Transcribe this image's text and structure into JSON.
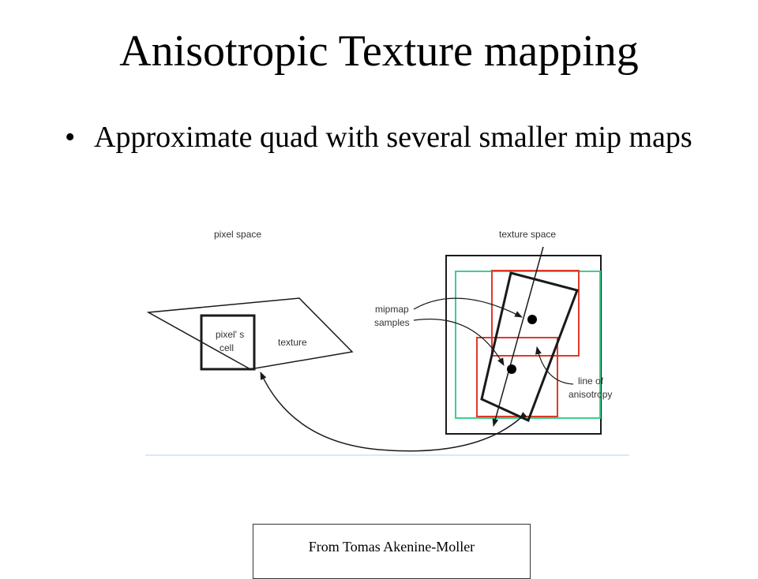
{
  "slide": {
    "title": "Anisotropic Texture mapping",
    "bullet_marker": "•",
    "bullet": "Approximate quad with several smaller mip maps",
    "credit": "From Tomas Akenine-Moller"
  },
  "figure": {
    "pixel_space_label": "pixel space",
    "texture_space_label": "texture space",
    "pixel_cell_label_1": "pixel' s",
    "pixel_cell_label_2": "cell",
    "texture_label": "texture",
    "mipmap_label_1": "mipmap",
    "mipmap_label_2": "samples",
    "line_label_1": "line of",
    "line_label_2": "anisotropy",
    "colors": {
      "outline": "#1a1a1a",
      "green_square": "#3ccf8e",
      "red_square": "#e0392b",
      "baseline": "#cfe0f2"
    }
  }
}
